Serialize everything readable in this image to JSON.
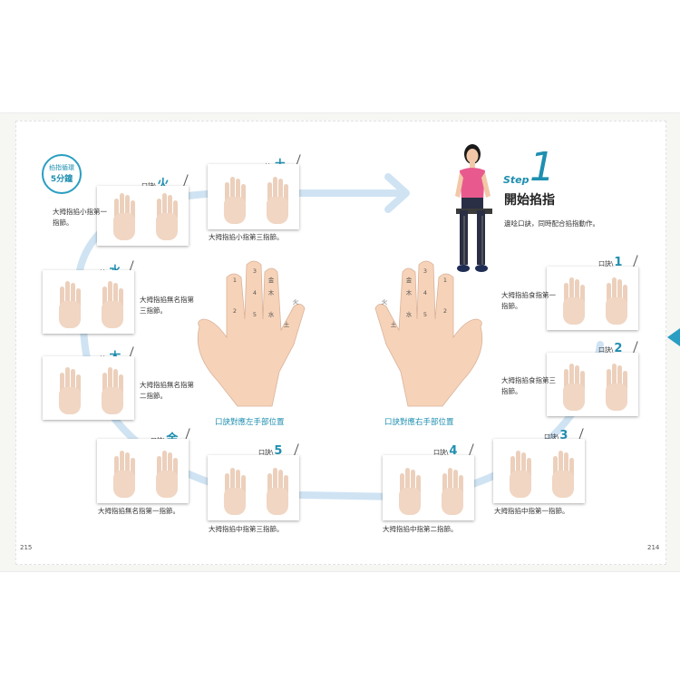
{
  "badge": {
    "line1": "掐指循環",
    "line2": "5分鐘"
  },
  "step": {
    "word": "Step",
    "number": "1",
    "title": "開始掐指",
    "desc": "邊唸口訣，同時配合掐指動作。"
  },
  "hands": {
    "left_label": "口訣對應左手部位置",
    "right_label": "口訣對應右手部位置",
    "left_marks": [
      "3",
      "1",
      "4",
      "2",
      "5",
      "金",
      "木",
      "水",
      "火",
      "土"
    ],
    "right_marks": [
      "3",
      "1",
      "4",
      "2",
      "5",
      "金",
      "木",
      "水",
      "火",
      "土"
    ]
  },
  "kj": "口訣",
  "cards": [
    {
      "id": "huo",
      "symbol": "火",
      "caption": "大拇指掐小指第一指節。"
    },
    {
      "id": "tu",
      "symbol": "土",
      "caption": "大拇指掐小指第三指節。"
    },
    {
      "id": "shui",
      "symbol": "水",
      "caption": "大拇指掐無名指第三指節。"
    },
    {
      "id": "mu",
      "symbol": "木",
      "caption": "大拇指掐無名指第二指節。"
    },
    {
      "id": "jin",
      "symbol": "金",
      "caption": "大拇指掐無名指第一指節。"
    },
    {
      "id": "w5",
      "symbol": "5",
      "caption": "大拇指掐中指第三指節。"
    },
    {
      "id": "w4",
      "symbol": "4",
      "caption": "大拇指掐中指第二指節。"
    },
    {
      "id": "w3",
      "symbol": "3",
      "caption": "大拇指掐中指第一指節。"
    },
    {
      "id": "w1",
      "symbol": "1",
      "caption": "大拇指掐食指第一指節。"
    },
    {
      "id": "w2",
      "symbol": "2",
      "caption": "大拇指掐食指第三指節。"
    }
  ],
  "page_left": "215",
  "page_right": "214",
  "colors": {
    "accent": "#2a9ec2",
    "arrow": "#cfe3f3",
    "skin": "#f6d3b8",
    "shirt": "#e85a8e"
  }
}
